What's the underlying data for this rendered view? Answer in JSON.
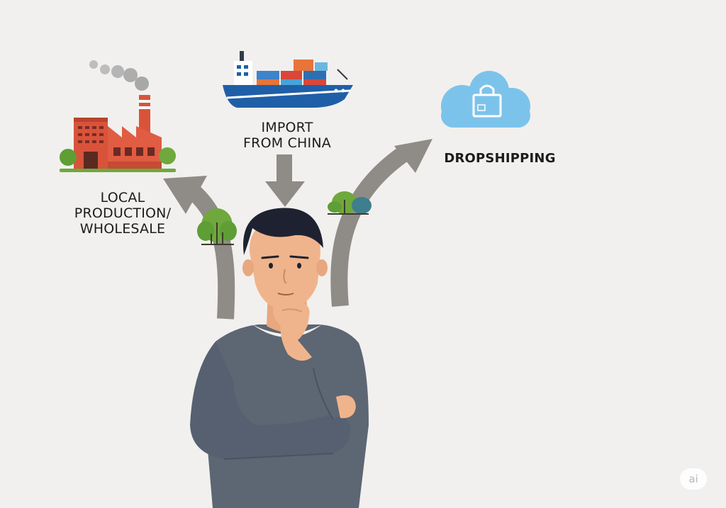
{
  "options": {
    "local": [
      "LOCAL",
      "PRODUCTION/",
      "WHOLESALE"
    ],
    "import": [
      "IMPORT",
      "FROM CHINA"
    ],
    "dropshipping": "DROPSHIPPING"
  },
  "watermark": "ai",
  "colors": {
    "background": "#f1f0ee",
    "arrow": "#8f8b86",
    "factory": "#d9533b",
    "ship_hull": "#1f5fa8",
    "cloud": "#7cc3ec",
    "shirt": "#5d6673",
    "skin": "#f0b48c",
    "hair": "#1e2230",
    "tree": "#6fa83c"
  },
  "icons": [
    "factory-icon",
    "ship-icon",
    "cloud-shopping-bag-icon",
    "tree-icon",
    "person-thinking-illustration"
  ]
}
